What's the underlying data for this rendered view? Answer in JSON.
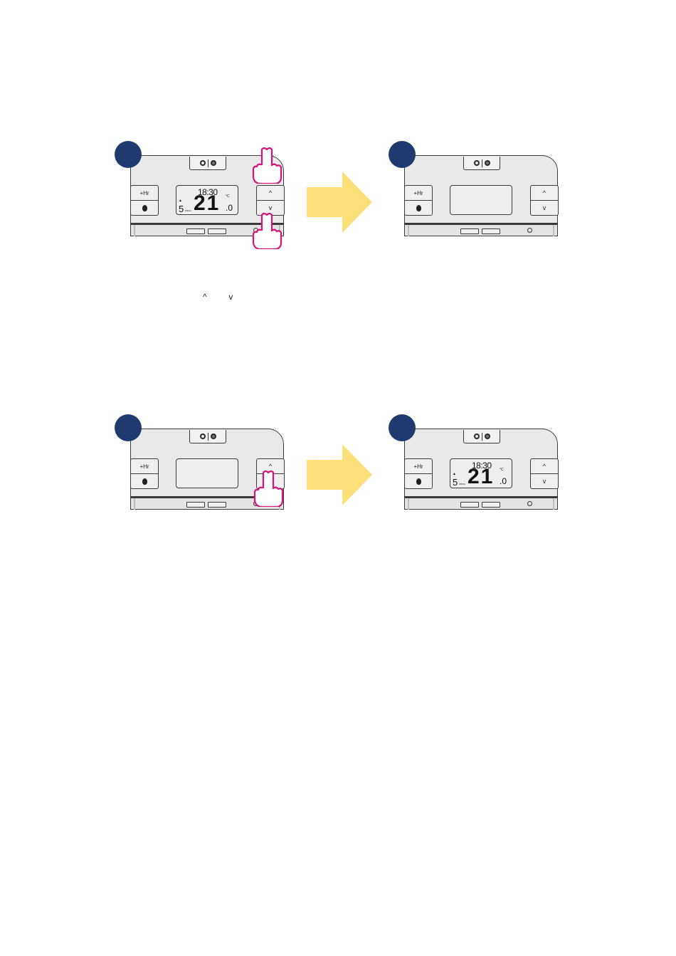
{
  "thermostats": [
    {
      "id": "t1",
      "mode_icons": [
        "snowflake-icon",
        "flame-icon"
      ],
      "hr_label": "+Hr",
      "lcd": {
        "on": true,
        "time": "18:30",
        "unit": "°C",
        "temp": "21",
        "decimal": ".0",
        "program": "5",
        "program_label": "PROG"
      },
      "hands": [
        "up",
        "down"
      ]
    },
    {
      "id": "t2",
      "mode_icons": [
        "snowflake-icon",
        "flame-icon"
      ],
      "hr_label": "+Hr",
      "lcd": {
        "on": false
      },
      "hands": []
    },
    {
      "id": "t3",
      "mode_icons": [
        "snowflake-icon",
        "flame-icon"
      ],
      "hr_label": "+Hr",
      "lcd": {
        "on": false
      },
      "hands": [
        "up"
      ]
    },
    {
      "id": "t4",
      "mode_icons": [
        "snowflake-icon",
        "flame-icon"
      ],
      "hr_label": "+Hr",
      "lcd": {
        "on": true,
        "time": "18:30",
        "unit": "°C",
        "temp": "21",
        "decimal": ".0",
        "program": "5",
        "program_label": "PROG"
      },
      "hands": []
    }
  ],
  "buttons": {
    "up_glyph": "^",
    "down_glyph": "v"
  },
  "colors": {
    "badge": "#1f3a6f",
    "arrow": "#fde07a",
    "hand": "#d6137a"
  },
  "legend": {
    "up_glyph": "^",
    "down_glyph": "v"
  }
}
